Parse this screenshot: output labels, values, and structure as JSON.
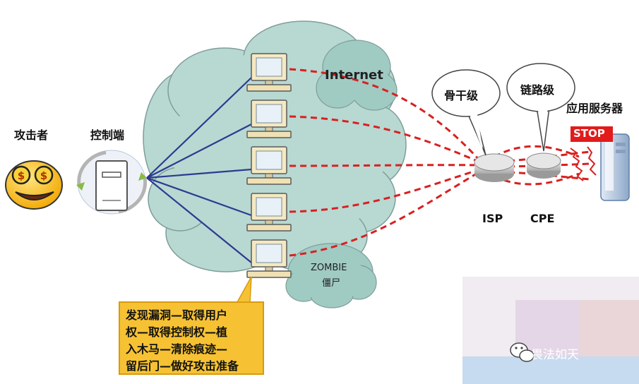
{
  "labels": {
    "attacker": "攻击者",
    "controller": "控制端",
    "internet": "Internet",
    "zombie_line1": "ZOMBIE",
    "zombie_line2": "僵尸",
    "isp": "ISP",
    "cpe": "CPE",
    "backbone": "骨干级",
    "link": "链路级",
    "server": "应用服务器",
    "stop": "STOP"
  },
  "callout": {
    "lines": [
      "发现漏洞—取得用户",
      "权—取得控制权—植",
      "入木马—清除痕迹—",
      "留后门—做好攻击准备"
    ]
  },
  "watermark": {
    "text": "畏法如天"
  },
  "icons": [
    "attacker-face-icon",
    "controller-server-icon",
    "zombie-computer-icon",
    "router-icon",
    "stop-sign-icon",
    "app-server-icon",
    "wechat-logo-icon"
  ],
  "colors": {
    "cloud": "#b8d8d2",
    "cloud_edge": "#7f9e99",
    "blue_line": "#2b3b8f",
    "red_dash": "#d92020",
    "callout": "#f6c233",
    "stop": "#e31b1b"
  }
}
